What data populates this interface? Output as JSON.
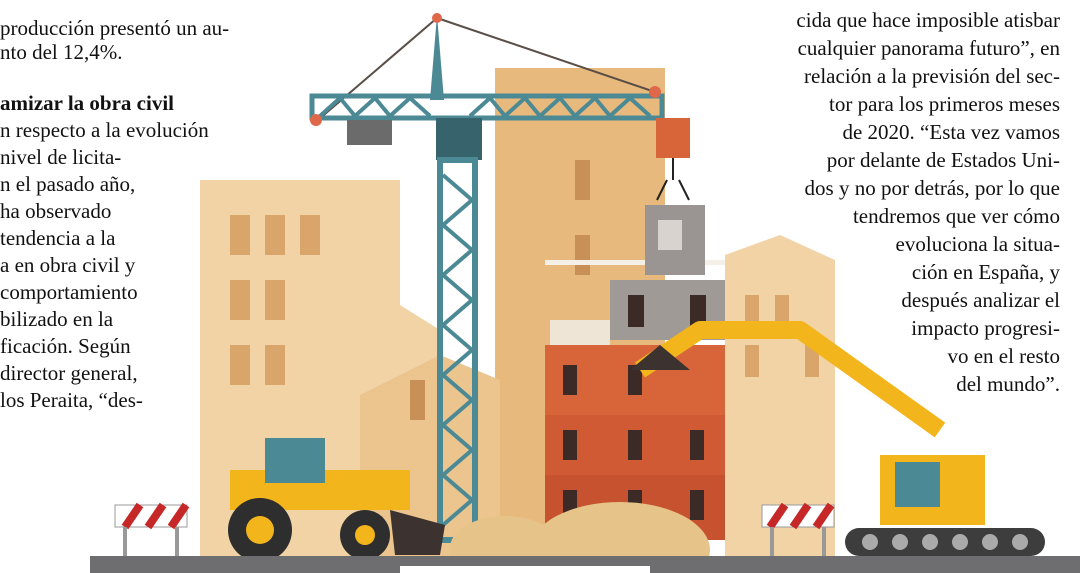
{
  "left_column": {
    "lines": [
      "producción presentó un au-",
      "nto del 12,4%."
    ],
    "heading": "amizar la obra civil",
    "body_lines": [
      "n respecto a la evolución",
      "nivel de licita-",
      "n el pasado año,",
      "ha    observado",
      "tendencia a la",
      "a en obra civil y",
      "comportamiento",
      "bilizado    en    la",
      "ficación.    Según",
      "director general,",
      "los Peraita, “des-"
    ]
  },
  "right_column": {
    "lines": [
      "cida que hace imposible atisbar",
      "cualquier panorama futuro”, en",
      "relación a la previsión del sec-",
      "tor para los primeros meses",
      "de 2020. “Esta vez vamos",
      "por delante de Estados Uni-",
      "dos y no por detrás, por lo que",
      "tendremos que ver cómo",
      "evoluciona  la  situa-",
      "ción en España, y",
      "después analizar el",
      "impacto progresi-",
      "vo en el resto",
      "del mundo”."
    ]
  },
  "illustration": {
    "subject": "construction-site-illustration",
    "colors": {
      "building_tan": "#e8b97c",
      "building_light": "#f1d3a6",
      "crane_teal": "#4b8a95",
      "crane_dark": "#37636c",
      "brick_orange": "#d8653a",
      "excavator_yellow": "#f2b51c",
      "ground_gray": "#6e6e70",
      "sand": "#e6c388"
    }
  }
}
